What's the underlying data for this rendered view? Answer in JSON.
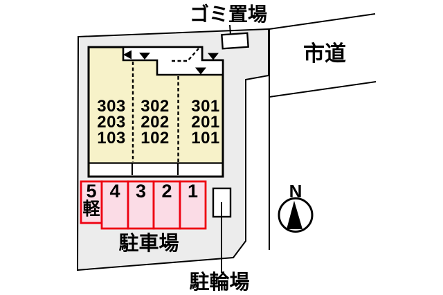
{
  "plan": {
    "labels": {
      "garbage_area": "ゴミ置場",
      "city_road": "市道",
      "parking_lot": "駐車場",
      "bicycle_parking": "駐輪場",
      "compass_north": "N"
    },
    "building": {
      "room_rows": [
        [
          "303",
          "302",
          "301"
        ],
        [
          "203",
          "202",
          "201"
        ],
        [
          "103",
          "102",
          "101"
        ]
      ]
    },
    "parking_spaces": [
      {
        "num": "5",
        "tag": "軽"
      },
      {
        "num": "4",
        "tag": ""
      },
      {
        "num": "3",
        "tag": ""
      },
      {
        "num": "2",
        "tag": ""
      },
      {
        "num": "1",
        "tag": ""
      }
    ],
    "colors": {
      "site_fill": "#ececec",
      "building_fill": "#f7f2c9",
      "space_fill": "#fbdce6",
      "space_border": "#ee0011"
    }
  }
}
